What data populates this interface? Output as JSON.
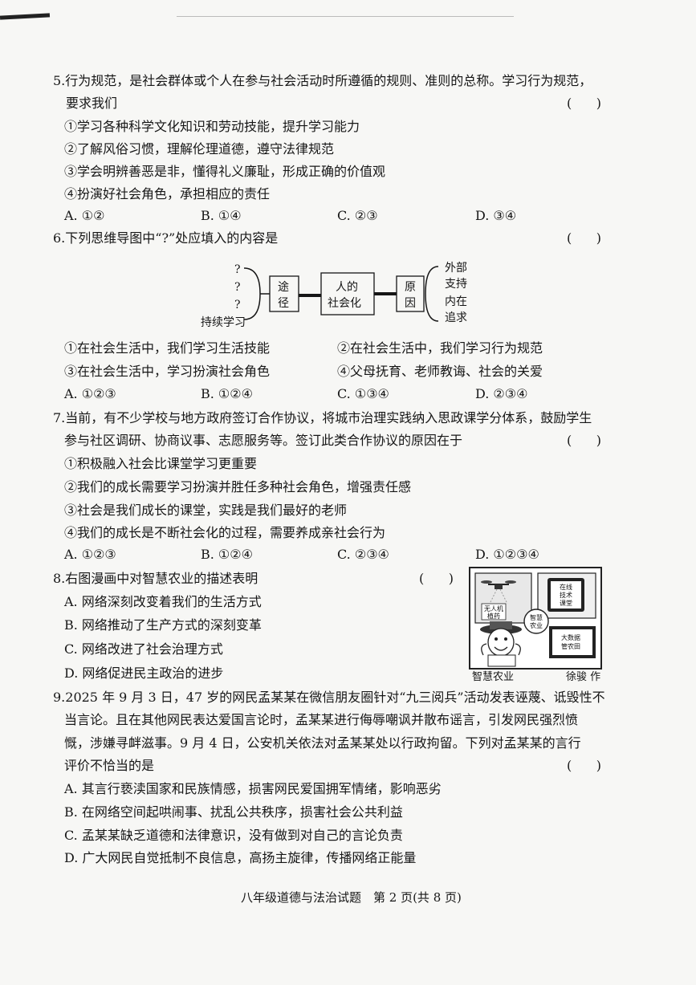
{
  "q5": {
    "stem_line1": "5.行为规范，是社会群体或个人在参与社会活动时所遵循的规则、准则的总称。学习行为规范，",
    "stem_line2": "要求我们",
    "paren": "(      )",
    "items": [
      "①学习各种科学文化知识和劳动技能，提升学习能力",
      "②了解风俗习惯，理解伦理道德，遵守法律规范",
      "③学会明辨善恶是非，懂得礼义廉耻，形成正确的价值观",
      "④扮演好社会角色，承担相应的责任"
    ],
    "options": [
      "A. ①②",
      "B. ①④",
      "C. ②③",
      "D. ③④"
    ]
  },
  "q6": {
    "stem": "6.下列思维导图中“?”处应填入的内容是",
    "paren": "(      )",
    "diagram": {
      "q1": "?",
      "q2": "?",
      "q3": "?",
      "left_bottom": "持续学习",
      "box_path_1": "途",
      "box_path_2": "径",
      "box_center_1": "人的",
      "box_center_2": "社会化",
      "box_reason_1": "原",
      "box_reason_2": "因",
      "r1": "外部",
      "r2": "支持",
      "r3": "内在",
      "r4": "追求"
    },
    "items": [
      "①在社会生活中，我们学习生活技能",
      "②在社会生活中，我们学习行为规范",
      "③在社会生活中，学习扮演社会角色",
      "④父母抚育、老师教诲、社会的关爱"
    ],
    "options": [
      "A. ①②③",
      "B. ①②④",
      "C. ①③④",
      "D. ②③④"
    ]
  },
  "q7": {
    "stem_line1": "7.当前，有不少学校与地方政府签订合作协议，将城市治理实践纳入思政课学分体系，鼓励学生",
    "stem_line2": "参与社区调研、协商议事、志愿服务等。签订此类合作协议的原因在于",
    "paren": "(      )",
    "items": [
      "①积极融入社会比课堂学习更重要",
      "②我们的成长需要学习扮演并胜任多种社会角色，增强责任感",
      "③社会是我们成长的课堂，实践是我们最好的老师",
      "④我们的成长是不断社会化的过程，需要养成亲社会行为"
    ],
    "options": [
      "A. ①②③",
      "B. ①②④",
      "C. ②③④",
      "D. ①②③④"
    ]
  },
  "q8": {
    "stem": "8.右图漫画中对智慧农业的描述表明",
    "paren": "(      )",
    "options": [
      "A. 网络深刻改变着我们的生活方式",
      "B. 网络推动了生产方式的深刻变革",
      "C. 网络改进了社会治理方式",
      "D. 网络促进民主政治的进步"
    ],
    "cartoon": {
      "drone_1": "无人机",
      "drone_2": "植药",
      "online_1": "在线",
      "online_2": "技术",
      "online_3": "课堂",
      "badge_1": "智慧",
      "badge_2": "农业",
      "bigdata_1": "大数据",
      "bigdata_2": "管农田",
      "caption_left": "智慧农业",
      "caption_right": "徐骏 作"
    }
  },
  "q9": {
    "stem_line1": "9.2025 年 9 月 3 日，47 岁的网民孟某某在微信朋友圈针对“九三阅兵”活动发表诬蔑、诋毁性不",
    "stem_line2": "当言论。且在其他网民表达爱国言论时，孟某某进行侮辱嘲讽并散布谣言，引发网民强烈愤",
    "stem_line3": "慨，涉嫌寻衅滋事。9 月 4 日，公安机关依法对孟某某处以行政拘留。下列对孟某某的言行",
    "stem_line4": "评价不恰当的是",
    "paren": "(      )",
    "options": [
      "A. 其言行亵渎国家和民族情感，损害网民爱国拥军情绪，影响恶劣",
      "B. 在网络空间起哄闹事、扰乱公共秩序，损害社会公共利益",
      "C. 孟某某缺乏道德和法律意识，没有做到对自己的言论负责",
      "D. 广大网民自觉抵制不良信息，高扬主旋律，传播网络正能量"
    ]
  },
  "footer": "八年级道德与法治试题　第 2 页(共 8 页)"
}
